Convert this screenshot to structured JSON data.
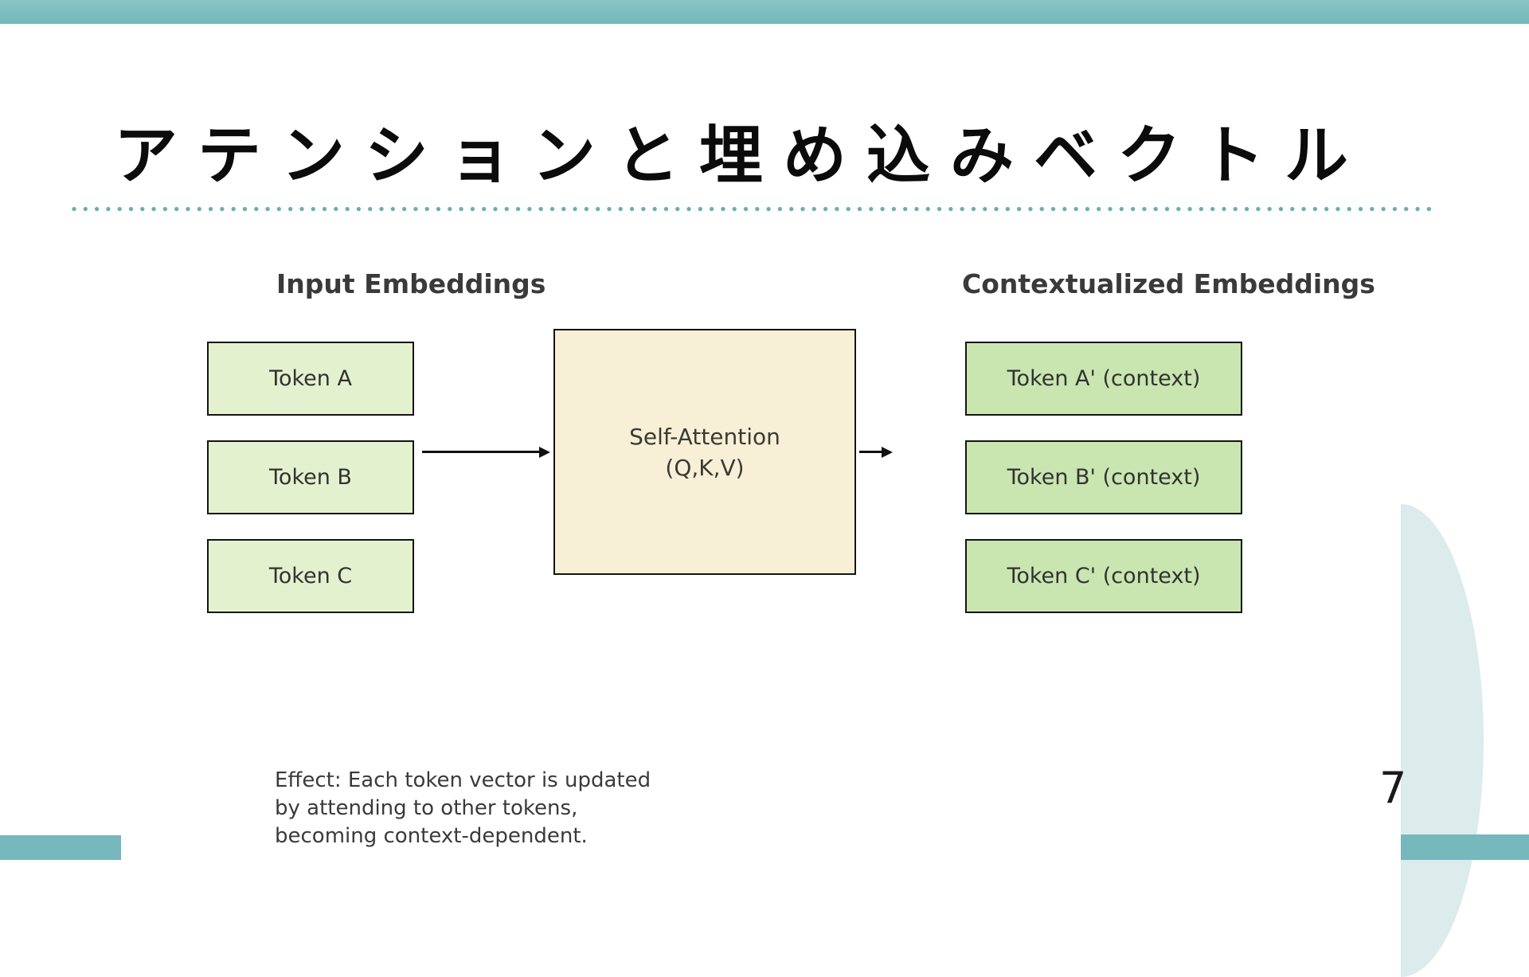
{
  "slide": {
    "title": "アテンションと埋め込みベクトル",
    "page_number": "7"
  },
  "diagram": {
    "input_label": "Input Embeddings",
    "output_label": "Contextualized Embeddings",
    "input_tokens": [
      "Token A",
      "Token B",
      "Token C"
    ],
    "attention_box": {
      "line1": "Self-Attention",
      "line2": "(Q,K,V)"
    },
    "output_tokens": [
      "Token A' (context)",
      "Token B' (context)",
      "Token C' (context)"
    ],
    "effect_lines": [
      "Effect: Each token vector is updated",
      "by attending to other tokens,",
      "becoming context-dependent."
    ]
  },
  "colors": {
    "accent_teal": "#76b8bb",
    "dot_teal": "#69adb1",
    "input_box_fill": "#e4f1cf",
    "output_box_fill": "#c9e6b1",
    "attention_box_fill": "#f8f0d6",
    "decoration_fill": "#dcebec"
  }
}
